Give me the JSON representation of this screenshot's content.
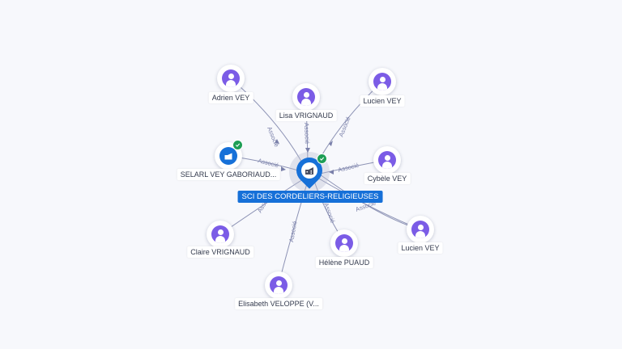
{
  "center": {
    "name": "SCI DES CORDELIERS-RELIGIEUSES",
    "icon": "building-icon",
    "verified": true
  },
  "relation_label": "Associé",
  "nodes": [
    {
      "id": "adrien",
      "name": "Adrien VEY",
      "kind": "person"
    },
    {
      "id": "lisa",
      "name": "Lisa VRIGNAUD",
      "kind": "person"
    },
    {
      "id": "lucien1",
      "name": "Lucien VEY",
      "kind": "person"
    },
    {
      "id": "selarl",
      "name": "SELARL VEY GABORIAUD...",
      "kind": "company",
      "verified": true
    },
    {
      "id": "cybele",
      "name": "Cybèle VEY",
      "kind": "person"
    },
    {
      "id": "claire",
      "name": "Claire VRIGNAUD",
      "kind": "person"
    },
    {
      "id": "helene",
      "name": "Hélène PUAUD",
      "kind": "person"
    },
    {
      "id": "lucien2",
      "name": "Lucien VEY",
      "kind": "person"
    },
    {
      "id": "elisabeth",
      "name": "Elisabeth VELOPPE (V...",
      "kind": "person"
    }
  ],
  "colors": {
    "company": "#1670d8",
    "person": "#7b5ce6",
    "verified": "#1e9e55",
    "edge": "#8d93b5"
  }
}
